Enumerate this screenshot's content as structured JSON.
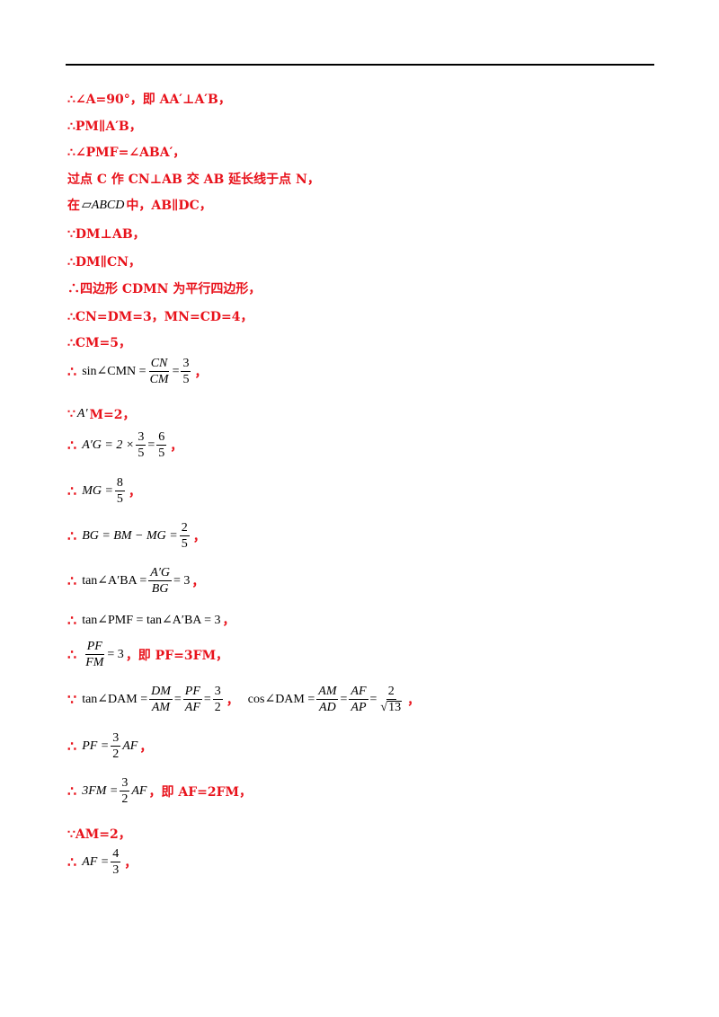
{
  "lines": {
    "l1": "∴∠A=90°，即 AA′⊥A′B，",
    "l2": "∴PM∥A′B，",
    "l3": "∴∠PMF=∠ABA′，",
    "l4": "过点 C 作 CN⊥AB 交 AB 延长线于点 N，",
    "l5a": "在",
    "l5m": "▱ABCD",
    "l5b": "中，AB∥DC，",
    "l6": "∵DM⊥AB，",
    "l7": "∴DM∥CN，",
    "l8": "∴四边形 CDMN 为平行四边形，",
    "l9": "∴CN=DM=3，MN=CD=4，",
    "l10": "∴CM=5，",
    "l11_lhs": "sin∠CMN =",
    "l11_n1": "CN",
    "l11_d1": "CM",
    "l11_eq": "=",
    "l11_n2": "3",
    "l11_d2": "5",
    "l12a": "∵",
    "l12m": "A′",
    "l12b": "M=2，",
    "l13_lhs": "A′G = 2 ×",
    "l13_n1": "3",
    "l13_d1": "5",
    "l13_eq": "=",
    "l13_n2": "6",
    "l13_d2": "5",
    "l14_lhs": "MG =",
    "l14_n": "8",
    "l14_d": "5",
    "l15_lhs": "BG = BM − MG =",
    "l15_n": "2",
    "l15_d": "5",
    "l16_lhs": "tan∠A′BA =",
    "l16_n": "A′G",
    "l16_d": "BG",
    "l16_rhs": "= 3",
    "l17": "tan∠PMF = tan∠A′BA = 3",
    "l18_n": "PF",
    "l18_d": "FM",
    "l18_rhs": "= 3",
    "l18_tail": "，即 PF=3FM，",
    "l19_lhs": "tan∠DAM =",
    "l19_n1": "DM",
    "l19_d1": "AM",
    "l19_n2": "PF",
    "l19_d2": "AF",
    "l19_n3": "3",
    "l19_d3": "2",
    "l19_mid": "cos∠DAM =",
    "l19_n4": "AM",
    "l19_d4": "AD",
    "l19_n5": "AF",
    "l19_d5": "AP",
    "l19_n6": "2",
    "l19_d6": "13",
    "l20_lhs": "PF =",
    "l20_n": "3",
    "l20_d": "2",
    "l20_rhs": "AF",
    "l21_lhs": "3FM =",
    "l21_n": "3",
    "l21_d": "2",
    "l21_rhs": "AF",
    "l21_tail": "，即 AF=2FM，",
    "l22": "∵AM=2，",
    "l23_lhs": "AF =",
    "l23_n": "4",
    "l23_d": "3",
    "therefore": "∴",
    "because": "∵",
    "comma": "，",
    "eq": "="
  }
}
